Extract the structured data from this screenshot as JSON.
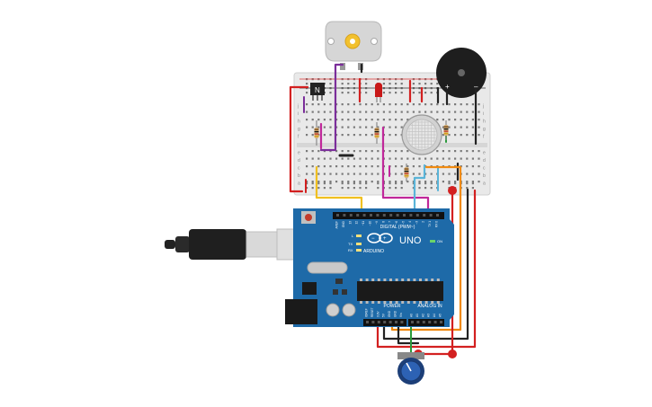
{
  "circuit": {
    "transistor_label": "N",
    "buzzer_plus": "+",
    "buzzer_minus": "–",
    "breadboard_rows_left": [
      "j",
      "i",
      "h",
      "g",
      "f",
      "e",
      "d",
      "c",
      "b",
      "a"
    ],
    "arduino": {
      "brand": "ARDUINO",
      "model": "UNO",
      "digital_label": "DIGITAL (PWM~)",
      "power_label": "POWER",
      "analog_label": "ANALOG IN",
      "on_label": "ON",
      "l_label": "L",
      "tx_label": "TX",
      "rx_label": "RX",
      "digital_pins": [
        "AREF",
        "GND",
        "13",
        "12",
        "~11",
        "~10",
        "~9",
        "8",
        "7",
        "~6",
        "~5",
        "4",
        "~3",
        "2",
        "TX 1",
        "RX 0"
      ],
      "power_pins": [
        "IOREF",
        "RESET",
        "3.3V",
        "5V",
        "GND",
        "GND",
        "Vin"
      ],
      "analog_pins": [
        "A0",
        "A1",
        "A2",
        "A3",
        "A4",
        "A5"
      ]
    },
    "colors": {
      "board_blue": "#1e6aa8",
      "board_dark": "#17568c",
      "breadboard": "#eeeeee",
      "wire_red": "#d32020",
      "wire_black": "#222222",
      "wire_purple": "#7b2e9a",
      "wire_yellow": "#f0c020",
      "wire_orange": "#f08a10",
      "wire_magenta": "#c0289a",
      "wire_cyan": "#5ab4d8",
      "wire_green": "#2a9a3a"
    }
  }
}
